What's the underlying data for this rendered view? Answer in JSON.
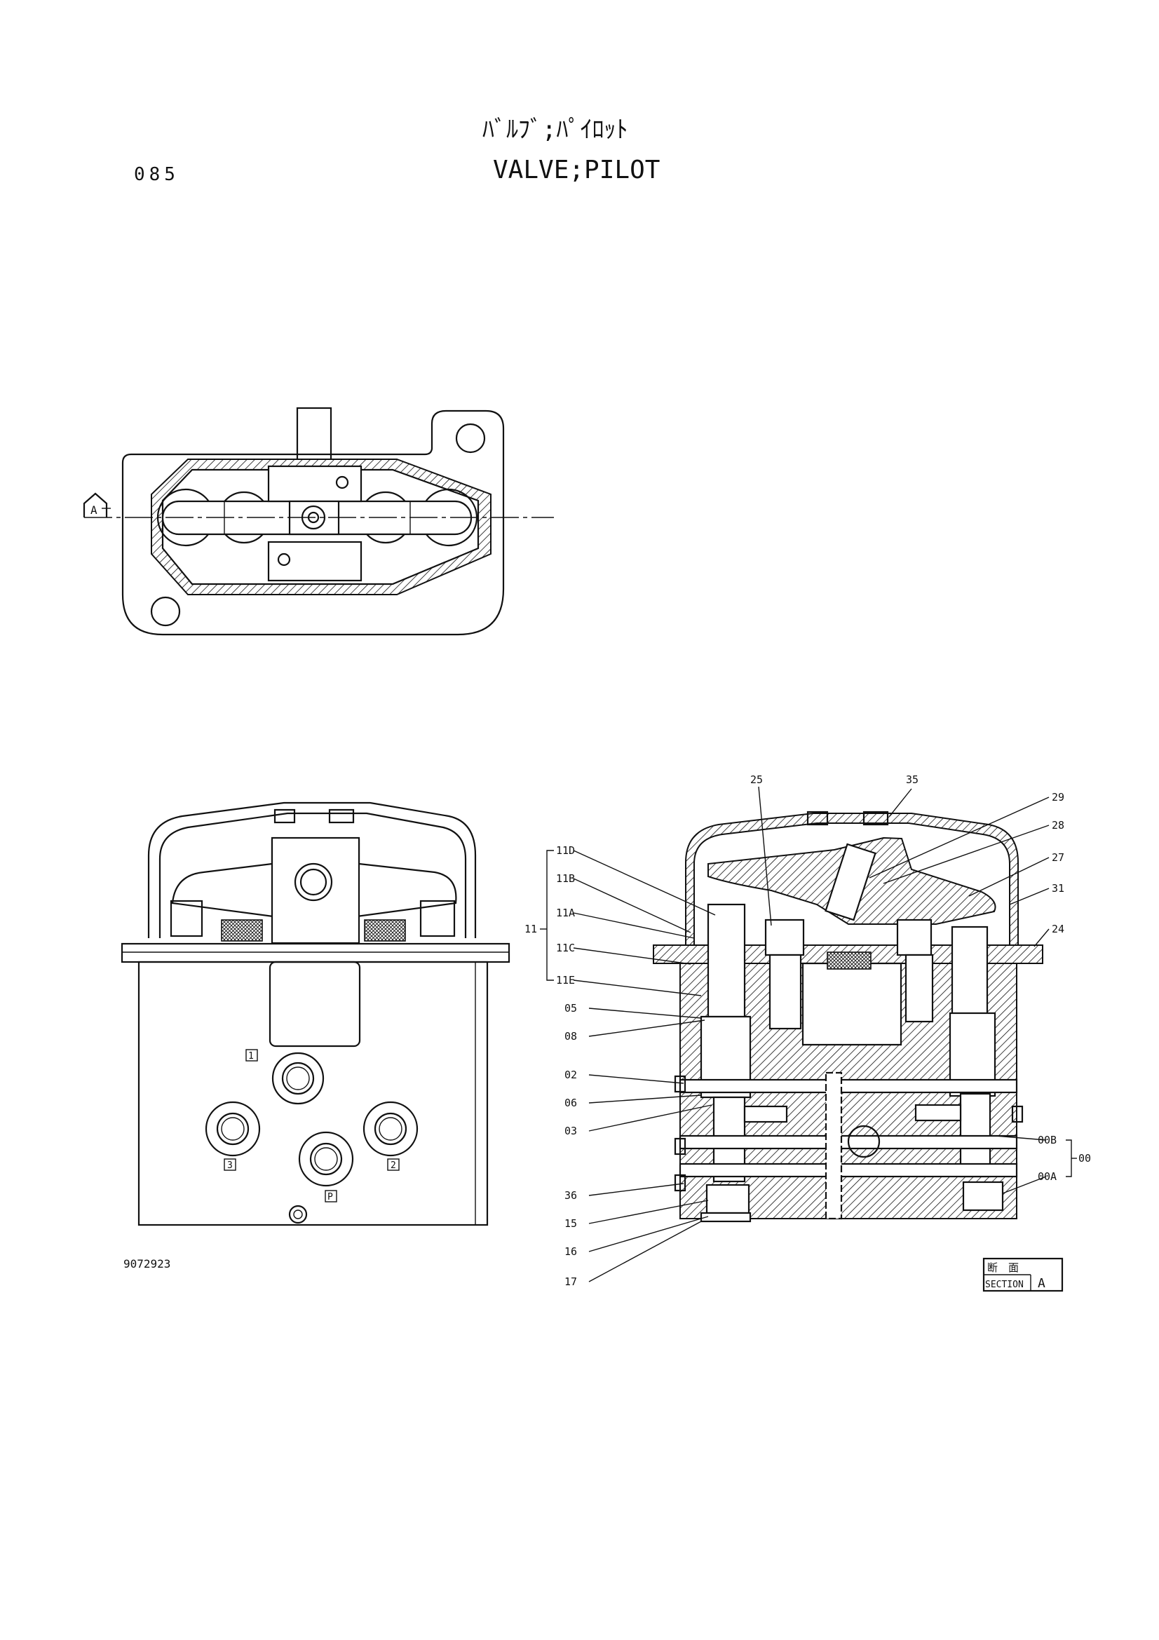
{
  "header": {
    "page_number": "085",
    "title_jp": "ﾊﾞﾙﾌﾞ;ﾊﾟｲﾛｯﾄ",
    "title_en": "VALVE;PILOT"
  },
  "drawing_number": "9072923",
  "top_view": {
    "section_marker": "A"
  },
  "front_view": {
    "port_labels": [
      "1",
      "3",
      "2",
      "P"
    ]
  },
  "section_view": {
    "labels_left": [
      "11D",
      "11B",
      "11A",
      "11C",
      "11E",
      "05",
      "08",
      "02",
      "06",
      "03",
      "36",
      "15",
      "16",
      "17"
    ],
    "group_label_left": "11",
    "labels_top": [
      "25",
      "35"
    ],
    "labels_right": [
      "29",
      "28",
      "27",
      "31",
      "24",
      "00B",
      "00A"
    ],
    "group_label_right": "00",
    "section_box": {
      "jp": "断　面",
      "en": "SECTION",
      "letter": "A"
    }
  }
}
